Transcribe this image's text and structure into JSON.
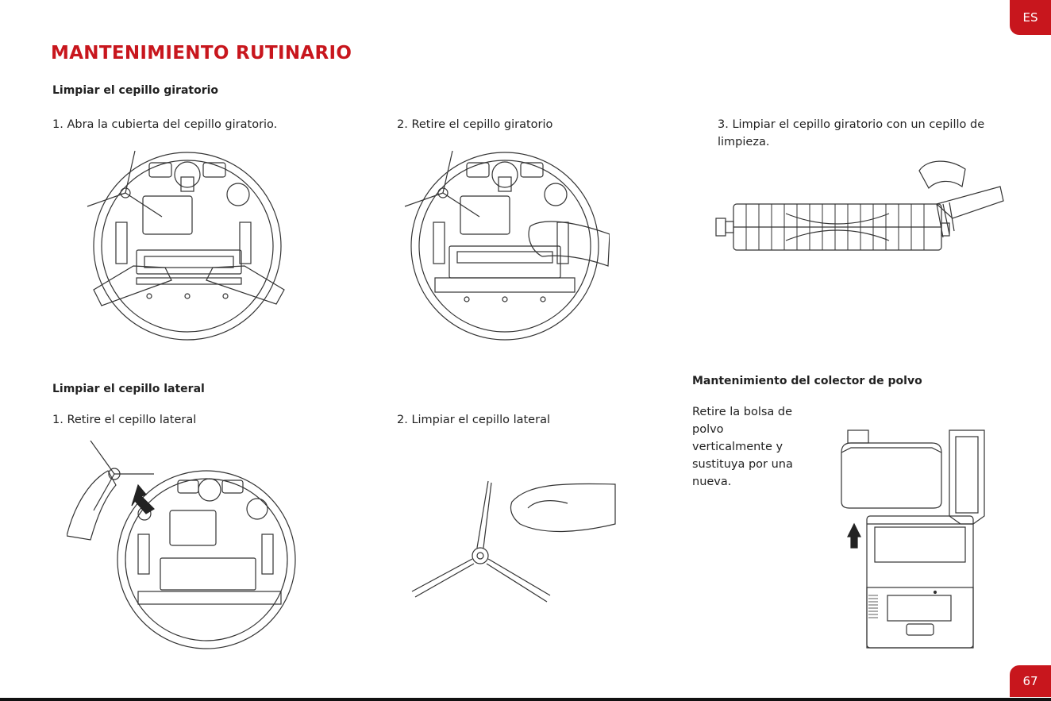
{
  "page": {
    "lang_tab": "ES",
    "page_number": "67",
    "title": "MANTENIMIENTO RUTINARIO"
  },
  "brush_section": {
    "heading": "Limpiar el cepillo giratorio",
    "steps": [
      "1. Abra la cubierta del cepillo giratorio.",
      "2. Retire el cepillo giratorio",
      "3. Limpiar el cepillo giratorio con un cepillo de limpieza."
    ]
  },
  "side_section": {
    "heading": "Limpiar el cepillo lateral",
    "steps": [
      "1. Retire el cepillo lateral",
      "2. Limpiar el cepillo lateral"
    ]
  },
  "dust_section": {
    "heading": "Mantenimiento del colector de polvo",
    "text": "Retire la bolsa de polvo verticalmente y sustituya por una nueva."
  },
  "colors": {
    "accent": "#c8161d",
    "line_art": "#333333"
  }
}
